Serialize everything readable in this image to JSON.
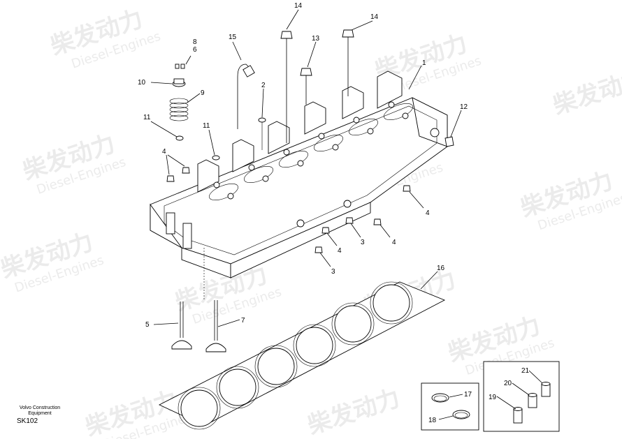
{
  "watermark": {
    "brand_cn": "柴发动力",
    "brand_en": "Diesel-Engines"
  },
  "caption": {
    "company_line1": "Volvo Construction",
    "company_line2": "Equipment",
    "drawing_code": "SK102"
  },
  "callouts": [
    {
      "id": "c14a",
      "text": "14"
    },
    {
      "id": "c14b",
      "text": "14"
    },
    {
      "id": "c13",
      "text": "13"
    },
    {
      "id": "c15",
      "text": "15"
    },
    {
      "id": "c8",
      "text": "8"
    },
    {
      "id": "c6",
      "text": "6"
    },
    {
      "id": "c10",
      "text": "10"
    },
    {
      "id": "c9",
      "text": "9"
    },
    {
      "id": "c2",
      "text": "2"
    },
    {
      "id": "c1",
      "text": "1"
    },
    {
      "id": "c12",
      "text": "12"
    },
    {
      "id": "c11a",
      "text": "11"
    },
    {
      "id": "c11b",
      "text": "11"
    },
    {
      "id": "c4a",
      "text": "4"
    },
    {
      "id": "c4b",
      "text": "4"
    },
    {
      "id": "c4c",
      "text": "4"
    },
    {
      "id": "c4d",
      "text": "4"
    },
    {
      "id": "c3a",
      "text": "3"
    },
    {
      "id": "c3b",
      "text": "3"
    },
    {
      "id": "c16",
      "text": "16"
    },
    {
      "id": "c5",
      "text": "5"
    },
    {
      "id": "c7",
      "text": "7"
    },
    {
      "id": "c17",
      "text": "17"
    },
    {
      "id": "c18",
      "text": "18"
    },
    {
      "id": "c19",
      "text": "19"
    },
    {
      "id": "c20",
      "text": "20"
    },
    {
      "id": "c21",
      "text": "21"
    }
  ]
}
